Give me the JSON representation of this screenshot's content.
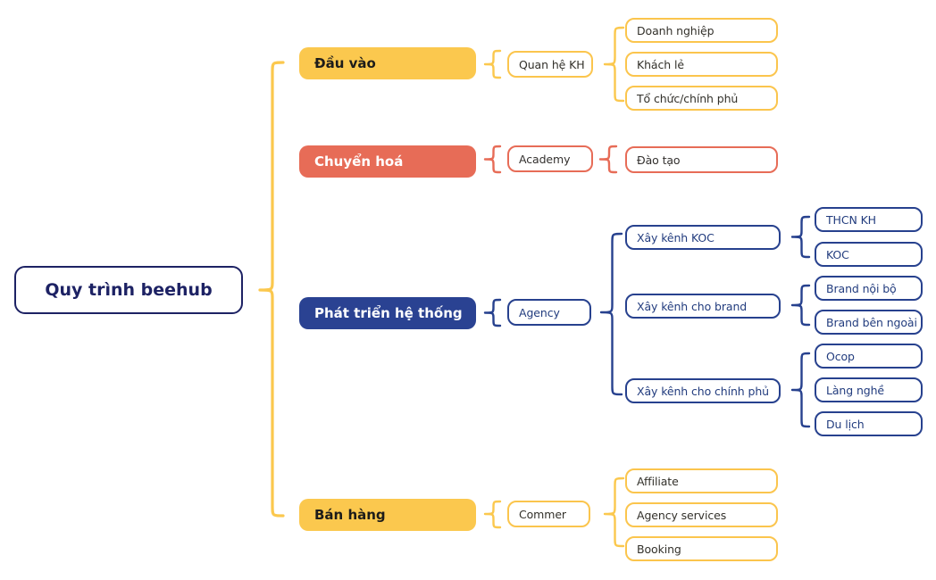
{
  "title": "Quy trình beehub",
  "palette": {
    "yellow": "#FBC84E",
    "coral": "#E76C57",
    "navy_fill": "#2A4292",
    "navy_line": "#27418E",
    "navy_dark": "#1D2264"
  },
  "root": {
    "label": "Quy trình beehub"
  },
  "branches": [
    {
      "label": "Đầu vào",
      "color": "#FBC84E",
      "child": {
        "label": "Quan hệ KH"
      },
      "leaves": [
        "Doanh nghiệp",
        "Khách lẻ",
        "Tổ chức/chính phủ"
      ]
    },
    {
      "label": "Chuyển hoá",
      "color": "#E76C57",
      "child": {
        "label": "Academy"
      },
      "leaves": [
        "Đào tạo"
      ]
    },
    {
      "label": "Phát triển hệ thống",
      "color": "#2A4292",
      "child": {
        "label": "Agency"
      },
      "groups": [
        {
          "label": "Xây kênh KOC",
          "leaves": [
            "THCN KH",
            "KOC"
          ]
        },
        {
          "label": "Xây kênh cho brand",
          "leaves": [
            "Brand nội bộ",
            "Brand bên ngoài"
          ]
        },
        {
          "label": "Xây kênh cho chính phủ",
          "leaves": [
            "Ocop",
            "Làng nghề",
            "Du lịch"
          ]
        }
      ]
    },
    {
      "label": "Bán hàng",
      "color": "#FBC84E",
      "child": {
        "label": "Commer"
      },
      "leaves": [
        "Affiliate",
        "Agency services",
        "Booking"
      ]
    }
  ]
}
